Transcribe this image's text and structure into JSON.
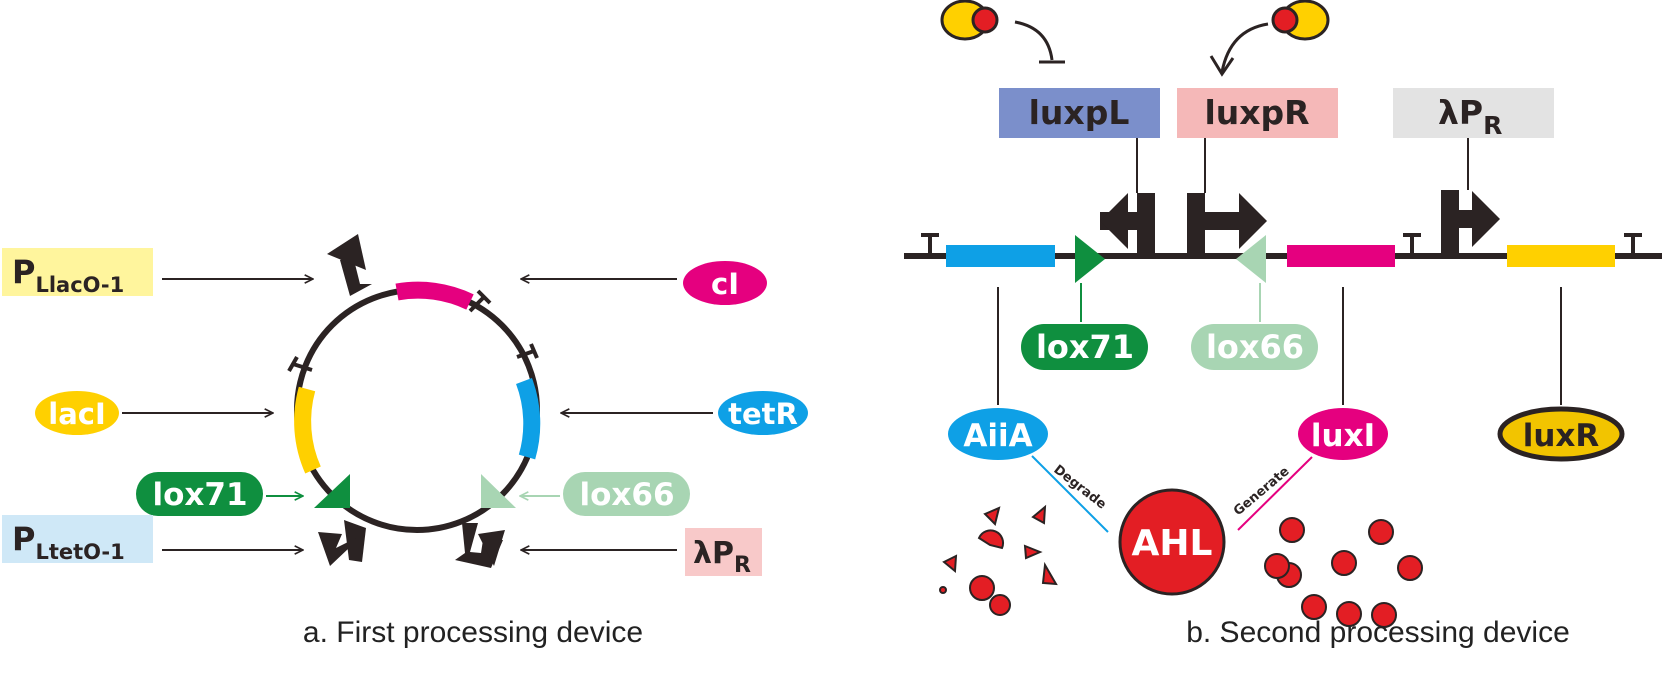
{
  "colors": {
    "line": "#2b2323",
    "magenta": "#e5007f",
    "cyan": "#0ea0e6",
    "yellow": "#ffd000",
    "green": "#0f8f3f",
    "light_green": "#a8d5b3",
    "red": "#e31e24",
    "pale_yellow": "#fff59d",
    "pale_blue": "#cfe8f7",
    "pale_pink": "#f8c9c9",
    "blue_box": "#7b8fcb",
    "pink_box": "#f5b8b8",
    "gray_box": "#e3e3e3",
    "luxr_fill": "#f2c400"
  },
  "panel_a": {
    "caption": "a. First processing device",
    "labels": {
      "plac_main": "P",
      "plac_sub": "LlacO-1",
      "ptet_main": "P",
      "ptet_sub": "LtetO-1",
      "laci": "lacI",
      "lox71": "lox71",
      "ci": "cI",
      "tetr": "tetR",
      "lox66": "lox66",
      "lpr_main": "λP",
      "lpr_sub": "R"
    }
  },
  "panel_b": {
    "caption": "b. Second  processing device",
    "labels": {
      "luxpl": "luxpL",
      "luxpr": "luxpR",
      "lpr_main": "λP",
      "lpr_sub": "R",
      "lox71": "lox71",
      "lox66": "lox66",
      "aiia": "AiiA",
      "luxi": "luxI",
      "luxr": "luxR",
      "ahl": "AHL",
      "degrade": "Degrade",
      "generate": "Generate"
    }
  }
}
